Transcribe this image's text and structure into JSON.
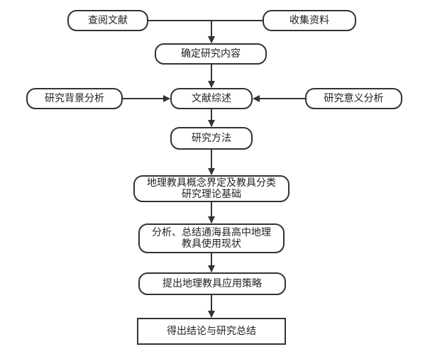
{
  "flowchart": {
    "nodes": [
      {
        "id": "n_consult",
        "label": "查阅文献",
        "shape": "rounded"
      },
      {
        "id": "n_collect",
        "label": "收集资料",
        "shape": "rounded"
      },
      {
        "id": "n_determine",
        "label": "确定研究内容",
        "shape": "rounded"
      },
      {
        "id": "n_background",
        "label": "研究背景分析",
        "shape": "rounded"
      },
      {
        "id": "n_review",
        "label": "文献综述",
        "shape": "rounded"
      },
      {
        "id": "n_significance",
        "label": "研究意义分析",
        "shape": "rounded"
      },
      {
        "id": "n_method",
        "label": "研究方法",
        "shape": "rounded"
      },
      {
        "id": "n_concept",
        "label": "地理教具概念界定及教具分类\n研究理论基础",
        "shape": "rounded"
      },
      {
        "id": "n_status",
        "label": "分析、总结通海县高中地理\n教具使用现状",
        "shape": "rounded"
      },
      {
        "id": "n_strategy",
        "label": "提出地理教具应用策略",
        "shape": "rounded"
      },
      {
        "id": "n_conclusion",
        "label": "得出结论与研究总结",
        "shape": "rect"
      }
    ],
    "edges": [
      {
        "from": "n_consult",
        "to": "n_determine"
      },
      {
        "from": "n_collect",
        "to": "n_determine"
      },
      {
        "from": "n_determine",
        "to": "n_review"
      },
      {
        "from": "n_background",
        "to": "n_review"
      },
      {
        "from": "n_significance",
        "to": "n_review"
      },
      {
        "from": "n_review",
        "to": "n_method"
      },
      {
        "from": "n_method",
        "to": "n_concept"
      },
      {
        "from": "n_concept",
        "to": "n_status"
      },
      {
        "from": "n_status",
        "to": "n_strategy"
      },
      {
        "from": "n_strategy",
        "to": "n_conclusion"
      }
    ],
    "colors": {
      "stroke": "#333333",
      "text": "#222222",
      "fill": "#ffffff"
    }
  }
}
